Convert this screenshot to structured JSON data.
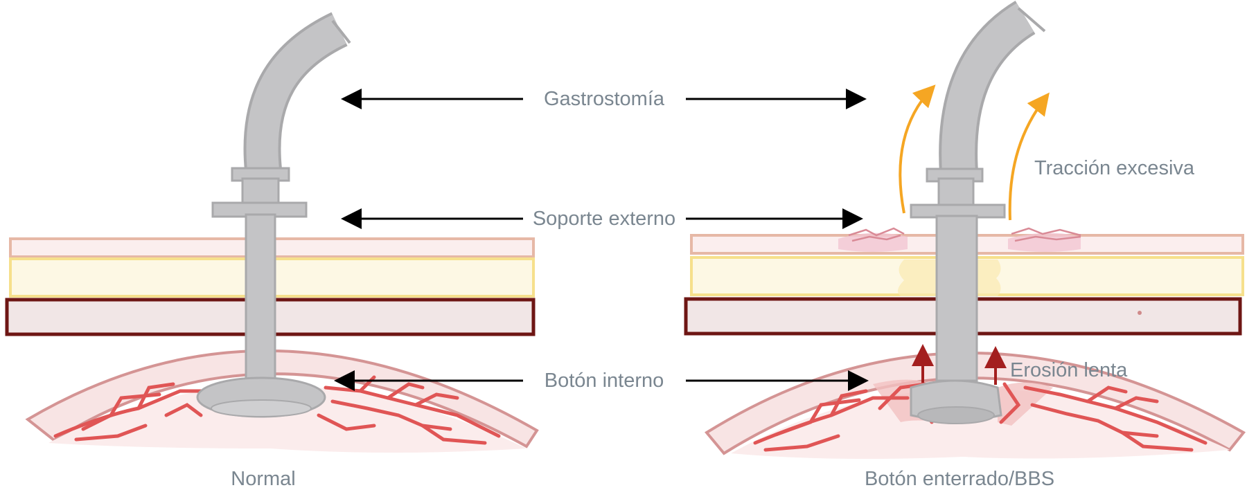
{
  "labels": {
    "gastrostomy": "Gastrostomía",
    "external_support": "Soporte externo",
    "internal_bumper": "Botón interno",
    "excessive_traction": "Tracción excesiva",
    "slow_erosion": "Erosión lenta",
    "normal": "Normal",
    "buried_bumper": "Botón enterrado/BBS"
  },
  "colors": {
    "tube": "#c4c4c6",
    "tube_edge": "#a9a9ab",
    "skin_fill": "#fbeeee",
    "skin_edge": "#e6b8a6",
    "fat_fill": "#fdf8e4",
    "fat_edge": "#f6e08c",
    "muscle_fill": "#f1e6e6",
    "muscle_edge": "#6e1614",
    "stomach_fill": "#f7dada",
    "stomach_edge": "#d49494",
    "vessels": "#e05555",
    "traction_arrow": "#f5a623",
    "erosion_arrow": "#a31f1f",
    "pointer_arrow": "#000000",
    "text": "#7a8690"
  },
  "icons": [
    "gastrostomy-tube-icon",
    "traction-arrow-icon",
    "erosion-arrow-icon"
  ]
}
